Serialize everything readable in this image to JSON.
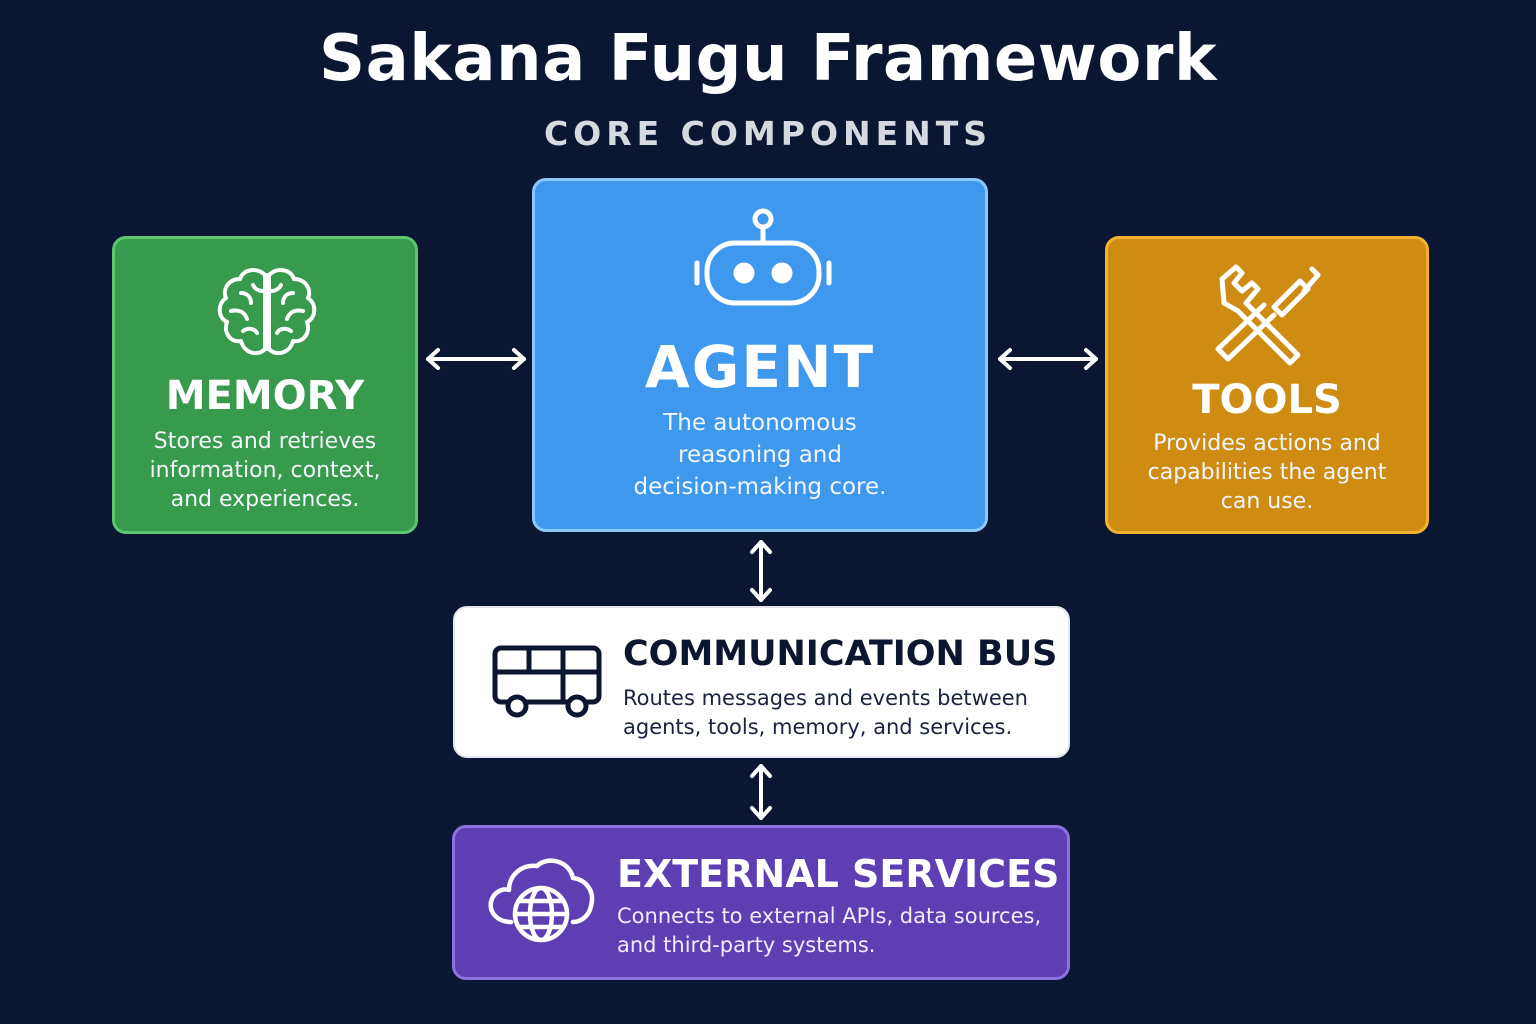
{
  "title": "Sakana Fugu Framework",
  "subtitle": "CORE COMPONENTS",
  "colors": {
    "background": "#0b1633",
    "memory": "#379a4c",
    "agent": "#3e98ee",
    "tools": "#cf8c12",
    "bus": "#ffffff",
    "external": "#5d3fb3"
  },
  "memory": {
    "icon": "brain-icon",
    "heading": "MEMORY",
    "description": "Stores and retrieves information, context, and experiences."
  },
  "agent": {
    "icon": "robot-icon",
    "heading": "AGENT",
    "description": "The autonomous reasoning and decision-making core."
  },
  "tools": {
    "icon": "wrench-screwdriver-icon",
    "heading": "TOOLS",
    "description": "Provides actions and capabilities the agent can use."
  },
  "bus": {
    "icon": "bus-icon",
    "heading": "COMMUNICATION BUS",
    "description": "Routes messages and events between agents, tools, memory, and services."
  },
  "external": {
    "icon": "cloud-globe-icon",
    "heading": "EXTERNAL SERVICES",
    "description": "Connects to external APIs, data sources, and third-party systems."
  }
}
